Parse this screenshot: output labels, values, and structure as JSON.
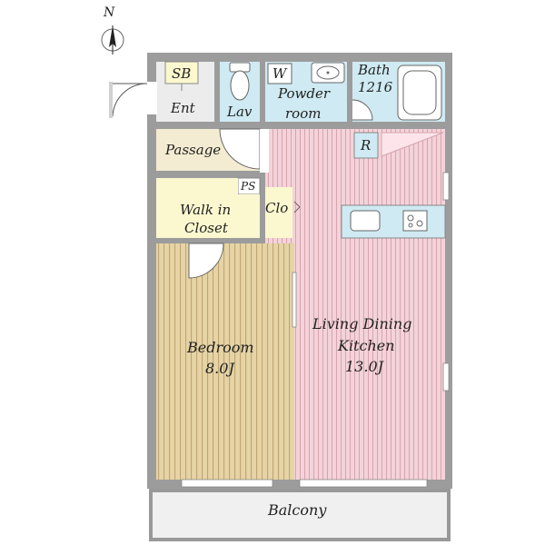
{
  "compass": {
    "north_label": "N"
  },
  "rooms": {
    "sb": "SB",
    "ent": "Ent",
    "lav": "Lav",
    "w": "W",
    "powder_line1": "Powder",
    "powder_line2": "room",
    "bath_line1": "Bath",
    "bath_line2": "1216",
    "passage": "Passage",
    "r": "R",
    "ps": "PS",
    "walkin_line1": "Walk in",
    "walkin_line2": "Closet",
    "clo": "Clo",
    "bedroom_line1": "Bedroom",
    "bedroom_line2": "8.0J",
    "ldk_line1": "Living Dining",
    "ldk_line2": "Kitchen",
    "ldk_line3": "13.0J",
    "balcony": "Balcony"
  },
  "colors": {
    "wall": "#9a9a9a",
    "yellow_rooms": "#fbf8cf",
    "wet_rooms": "#cfeaf2",
    "passage": "#f3ecd2",
    "ldk": "#f2cfd6",
    "bedroom": "#e4d3a6",
    "balcony": "#f0f0f0",
    "entrance": "#ececec"
  }
}
